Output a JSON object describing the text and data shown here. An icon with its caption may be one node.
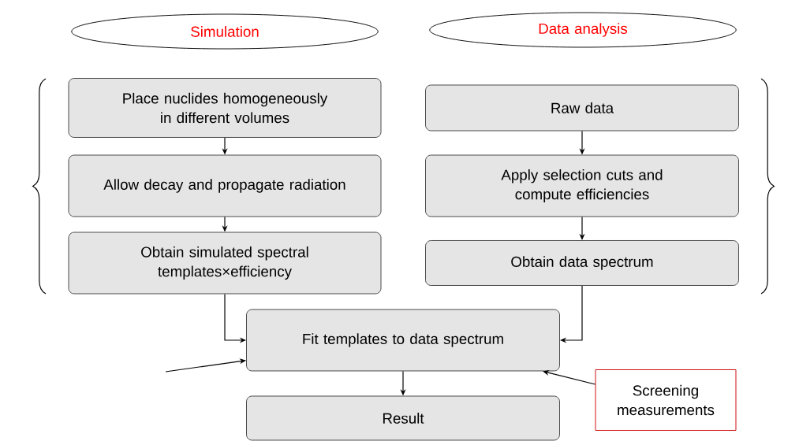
{
  "diagram": {
    "nodes": [
      {
        "text": [
          "Simulation"
        ]
      },
      {
        "text": [
          "Data analysis"
        ]
      },
      {
        "text": [
          "Place nuclides homogeneously in different volumes"
        ]
      },
      {
        "text": [
          "Allow decay and propagate radiation"
        ]
      },
      {
        "text": [
          "Obtain simulated spectral templates×efficiency"
        ]
      },
      {
        "text": [
          "Raw data"
        ]
      },
      {
        "text": [
          "Apply selection cuts and compute efficiencies"
        ]
      },
      {
        "text": [
          "Obtain data spectrum"
        ]
      },
      {
        "text": [
          "Fit templates to data spectrum"
        ]
      },
      {
        "text": [
          "Result"
        ]
      },
      {
        "text": [
          "Screening measurements"
        ]
      }
    ],
    "edges": [
      {
        "from": 2,
        "to": 3,
        "arrow": "to"
      },
      {
        "from": 3,
        "to": 4,
        "arrow": "to"
      },
      {
        "from": 5,
        "to": 6,
        "arrow": "to"
      },
      {
        "from": 6,
        "to": 7,
        "arrow": "to"
      },
      {
        "from": 4,
        "to": 8,
        "arrow": "to"
      },
      {
        "from": 7,
        "to": 8,
        "arrow": "to"
      },
      {
        "from": null,
        "to": 8,
        "arrow": "to"
      },
      {
        "from": 10,
        "to": 8,
        "arrow": "to"
      },
      {
        "from": 8,
        "to": 9,
        "arrow": "to"
      }
    ]
  }
}
